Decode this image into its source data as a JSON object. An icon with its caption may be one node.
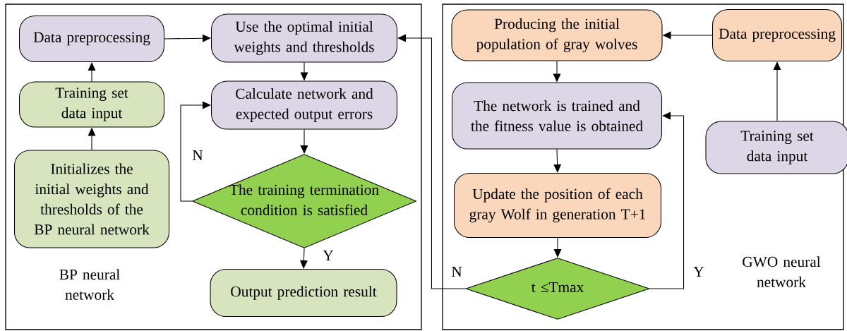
{
  "diagram": {
    "nodes": [
      {
        "text": [
          "BP neural network"
        ]
      },
      {
        "text": [
          "GWO neural network"
        ]
      },
      {
        "text": [
          "Data preprocessing"
        ],
        "in": 0
      },
      {
        "text": [
          "Use the optimal initial weights and thresholds"
        ],
        "in": 0
      },
      {
        "text": [
          "Training set data input"
        ],
        "in": 0
      },
      {
        "text": [
          "Calculate network and expected output errors"
        ],
        "in": 0
      },
      {
        "text": [
          "Initializes the initial weights and thresholds of the BP neural network"
        ],
        "in": 0
      },
      {
        "text": [
          "The training termination condition is satisfied"
        ],
        "in": 0
      },
      {
        "text": [
          "Output prediction result"
        ],
        "in": 0
      },
      {
        "text": [
          "Producing the initial population of gray wolves"
        ],
        "in": 1
      },
      {
        "text": [
          "Data preprocessing"
        ],
        "in": 1
      },
      {
        "text": [
          "The network is trained and the fitness value is obtained"
        ],
        "in": 1
      },
      {
        "text": [
          "Training set data input"
        ],
        "in": 1
      },
      {
        "text": [
          "Update the position of each gray Wolf in generation T+1"
        ],
        "in": 1
      },
      {
        "text": [
          "t ≤Tmax"
        ],
        "in": 1
      }
    ],
    "edges": [
      {
        "from": 6,
        "to": 4,
        "arrow": "to"
      },
      {
        "from": 4,
        "to": 2,
        "arrow": "to"
      },
      {
        "from": 2,
        "to": 3,
        "arrow": "to"
      },
      {
        "from": 3,
        "to": 5,
        "arrow": "to"
      },
      {
        "from": 5,
        "to": 7,
        "arrow": "to"
      },
      {
        "from": 7,
        "to": 5,
        "arrow": "to",
        "label": "N"
      },
      {
        "from": 7,
        "to": 8,
        "arrow": "to",
        "label": "Y"
      },
      {
        "from": 12,
        "to": 10,
        "arrow": "to"
      },
      {
        "from": 10,
        "to": 9,
        "arrow": "to"
      },
      {
        "from": 9,
        "to": 11,
        "arrow": "to"
      },
      {
        "from": 11,
        "to": 13,
        "arrow": "to"
      },
      {
        "from": 13,
        "to": 14,
        "arrow": "to"
      },
      {
        "from": 14,
        "to": 11,
        "arrow": "to",
        "label": "Y"
      },
      {
        "from": 14,
        "to": 3,
        "arrow": "to",
        "label": "N"
      }
    ]
  }
}
